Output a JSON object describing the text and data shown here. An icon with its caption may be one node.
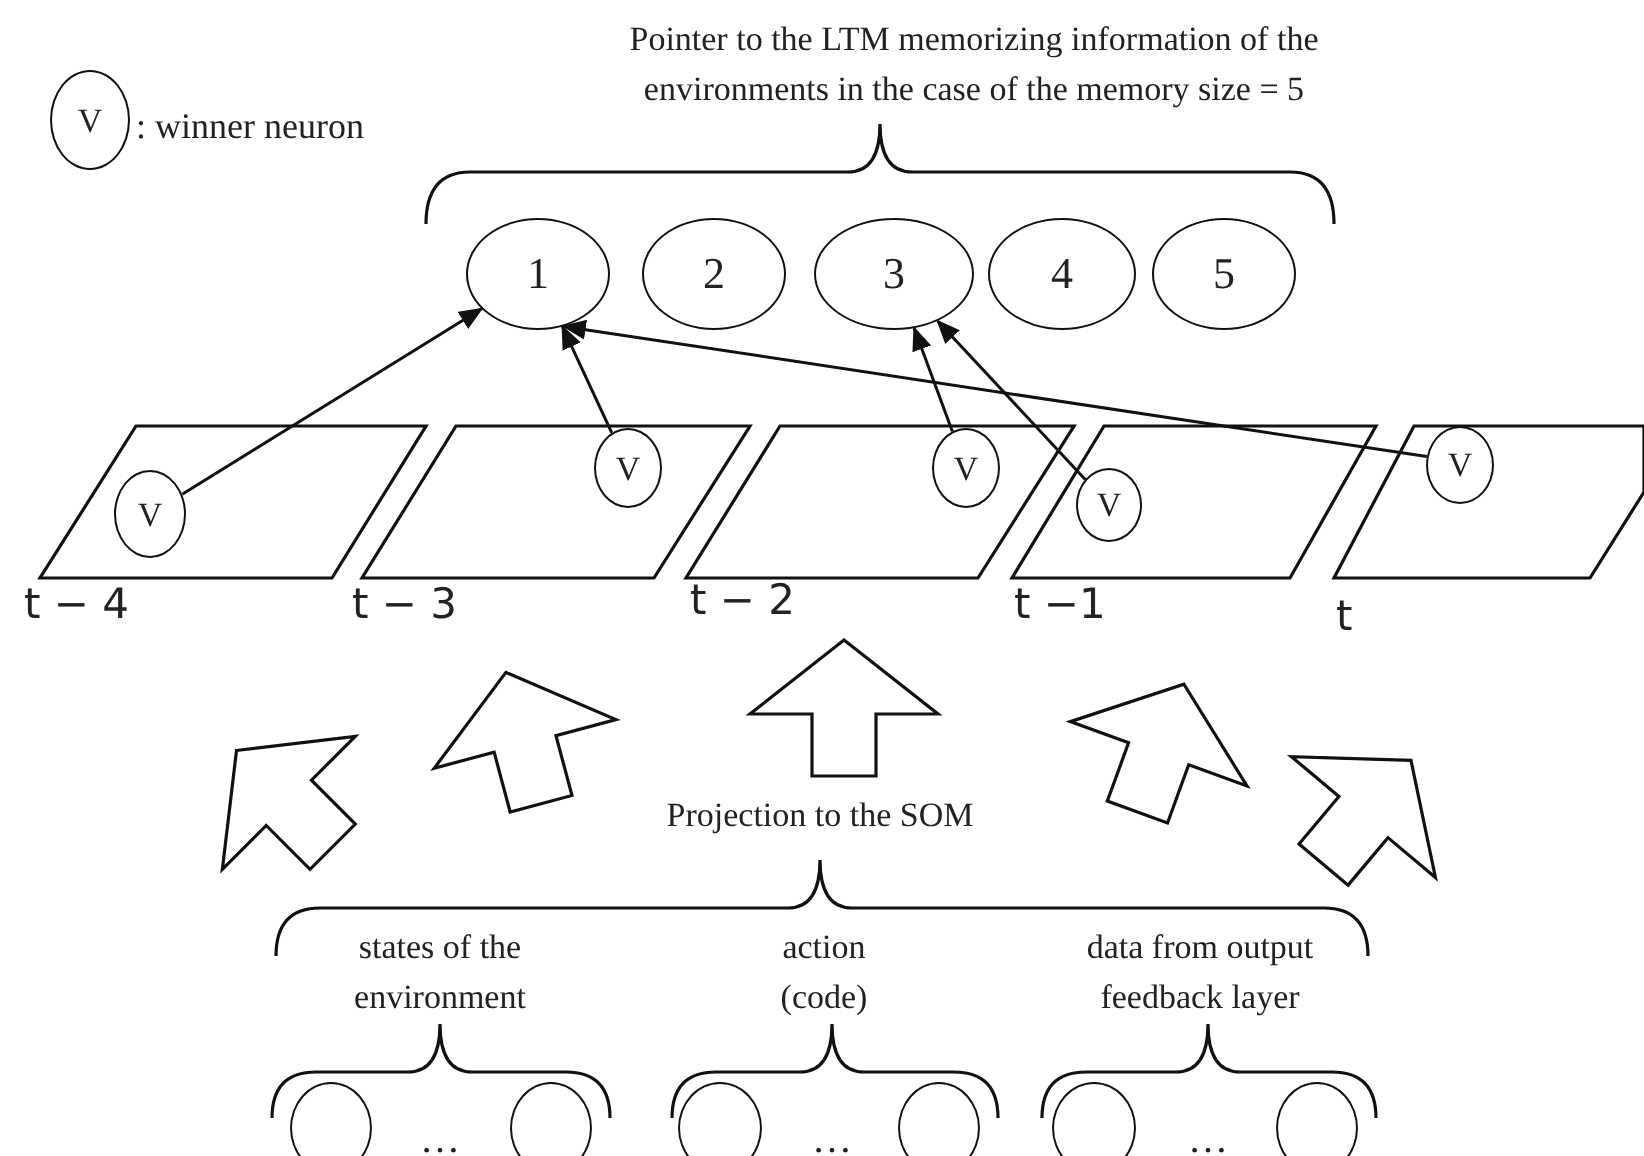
{
  "diagram": {
    "nodes": [
      {
        "text": [
          "V"
        ],
        "beside": [
          ": winner neuron"
        ]
      },
      {
        "text": [
          "1"
        ]
      },
      {
        "text": [
          "2"
        ]
      },
      {
        "text": [
          "3"
        ]
      },
      {
        "text": [
          "4"
        ]
      },
      {
        "text": [
          "5"
        ]
      },
      {
        "text": [],
        "shape": "parallelogram",
        "beside": [
          "t − 4"
        ]
      },
      {
        "text": [],
        "shape": "parallelogram",
        "beside": [
          "t − 3"
        ]
      },
      {
        "text": [],
        "shape": "parallelogram",
        "beside": [
          "t − 2"
        ]
      },
      {
        "text": [],
        "shape": "parallelogram",
        "beside": [
          "t −1"
        ]
      },
      {
        "text": [],
        "shape": "parallelogram",
        "beside": [
          "t"
        ]
      },
      {
        "text": [
          "V"
        ],
        "in": 6
      },
      {
        "text": [
          "V"
        ],
        "in": 7
      },
      {
        "text": [
          "V"
        ],
        "in": 8
      },
      {
        "text": [
          "V"
        ],
        "in": 9
      },
      {
        "text": [
          "V"
        ],
        "in": 10
      },
      {
        "text": [],
        "shape": "circle"
      },
      {
        "text": [],
        "shape": "circle"
      },
      {
        "text": [],
        "shape": "circle"
      },
      {
        "text": [],
        "shape": "circle"
      },
      {
        "text": [],
        "shape": "circle"
      },
      {
        "text": [],
        "shape": "circle"
      }
    ],
    "edges": [
      {
        "from": 11,
        "to": 1,
        "arrow": "to"
      },
      {
        "from": 12,
        "to": 1,
        "arrow": "to"
      },
      {
        "from": 13,
        "to": 3,
        "arrow": "to"
      },
      {
        "from": 14,
        "to": 3,
        "arrow": "to"
      },
      {
        "from": 15,
        "to": 1,
        "arrow": "to"
      }
    ],
    "labels": [
      "Pointer to the LTM memorizing information of the environments in the case of the memory size = 5",
      "Projection to the SOM",
      "states of the environment",
      "action (code)",
      "data from output feedback layer",
      "…",
      "…",
      "…"
    ]
  }
}
